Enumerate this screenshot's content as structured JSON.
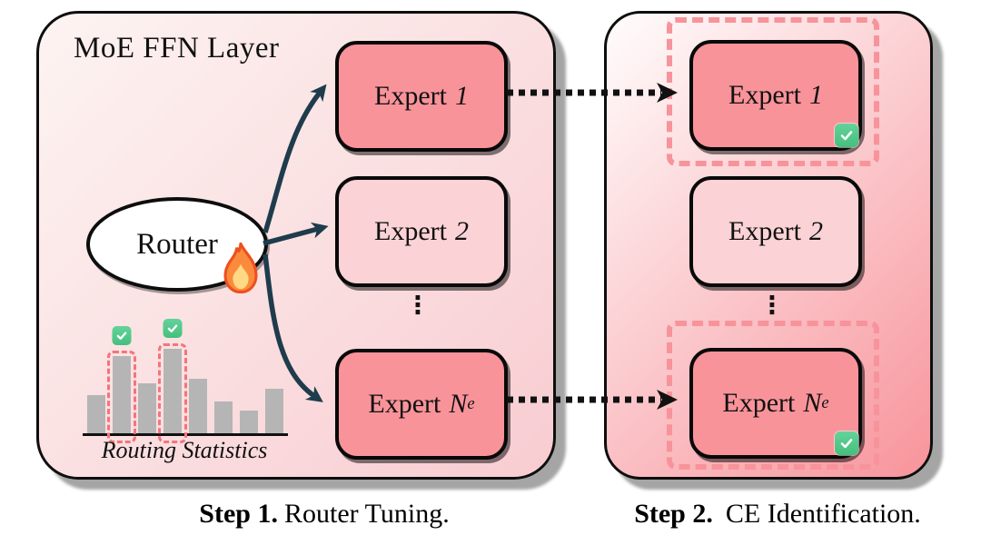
{
  "figure": {
    "left_panel": {
      "title": "MoE FFN Layer",
      "router_label": "Router",
      "ellipsis": "⋮",
      "experts": [
        {
          "prefix": "Expert",
          "suffix": "1",
          "sub": ""
        },
        {
          "prefix": "Expert",
          "suffix": "2",
          "sub": ""
        },
        {
          "prefix": "Expert",
          "suffix": "N",
          "sub": "e"
        }
      ],
      "routing_statistics": {
        "label": "Routing Statistics",
        "type": "bar",
        "values": [
          42,
          85,
          55,
          93,
          60,
          35,
          25,
          49
        ],
        "selected_indices": [
          1,
          3
        ]
      }
    },
    "right_panel": {
      "ellipsis": "⋮",
      "experts": [
        {
          "prefix": "Expert",
          "suffix": "1",
          "sub": "",
          "checked": true
        },
        {
          "prefix": "Expert",
          "suffix": "2",
          "sub": "",
          "checked": false
        },
        {
          "prefix": "Expert",
          "suffix": "N",
          "sub": "e",
          "checked": true
        }
      ]
    },
    "captions": {
      "step1_bold": "Step 1.",
      "step1_text": "Router Tuning.",
      "step2_bold": "Step 2.",
      "step2_text": "CE Identification."
    },
    "colors": {
      "expert_strong": "#f9939a",
      "expert_light": "#fbd2d5",
      "left_grad_start": "#fdf4f2",
      "left_grad_end": "#f8ccd1",
      "right_grad_start": "#fffdfd",
      "right_grad_end": "#f7949b",
      "dashed_pink": "#f7939a",
      "highlight_pink": "#f4747b",
      "bar_gray": "#b5b5b5",
      "check_green": "#45c07c",
      "arrow_navy": "#1e3c4c",
      "dotted_black": "#111111"
    }
  }
}
